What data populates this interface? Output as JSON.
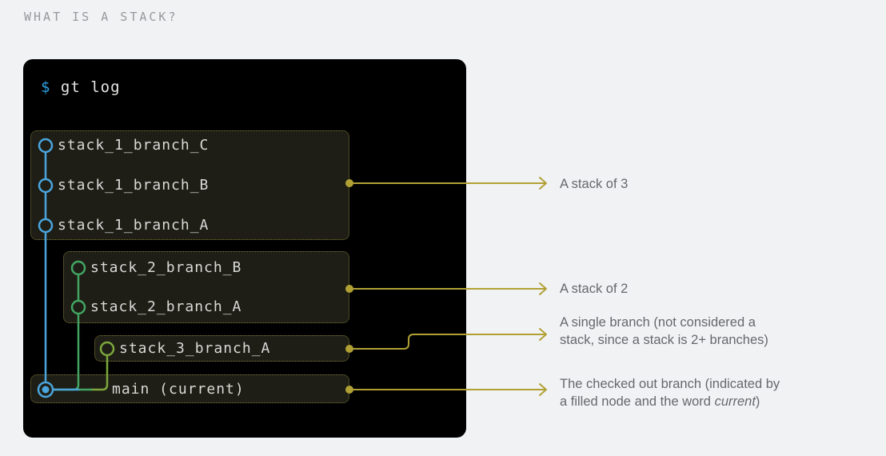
{
  "page": {
    "title": "WHAT IS A STACK?"
  },
  "terminal": {
    "prompt_symbol": "$",
    "command": "gt log",
    "stacks": [
      {
        "name": "stack-1",
        "branches": [
          "stack_1_branch_C",
          "stack_1_branch_B",
          "stack_1_branch_A"
        ]
      },
      {
        "name": "stack-2",
        "branches": [
          "stack_2_branch_B",
          "stack_2_branch_A"
        ]
      },
      {
        "name": "stack-3",
        "branches": [
          "stack_3_branch_A"
        ]
      }
    ],
    "trunk": {
      "label": "main (current)",
      "branch": "main",
      "state": "current"
    }
  },
  "annotations": [
    {
      "text": "A stack of 3"
    },
    {
      "text": "A stack of 2"
    },
    {
      "line1": "A single branch (not considered a",
      "line2": "stack, since a stack is 2+ branches)"
    },
    {
      "line1": "The checked out branch (indicated by",
      "line2_pre": "a filled node and the word ",
      "line2_italic": "current",
      "line2_post": ")"
    }
  ],
  "colors": {
    "page_background": "#f1f2f4",
    "terminal_background": "#000000",
    "group_background": "#1e1e16",
    "group_border": "#7e7930",
    "stack1_blue": "#4aa5dc",
    "stack2_green": "#42a562",
    "stack3_olive_green": "#7da73c",
    "annotation_yellow": "#b1a135",
    "prompt_blue": "#2ba0e0",
    "branch_text": "#d9d9d7",
    "annotation_text": "#66686c",
    "title_text": "#97999c"
  }
}
